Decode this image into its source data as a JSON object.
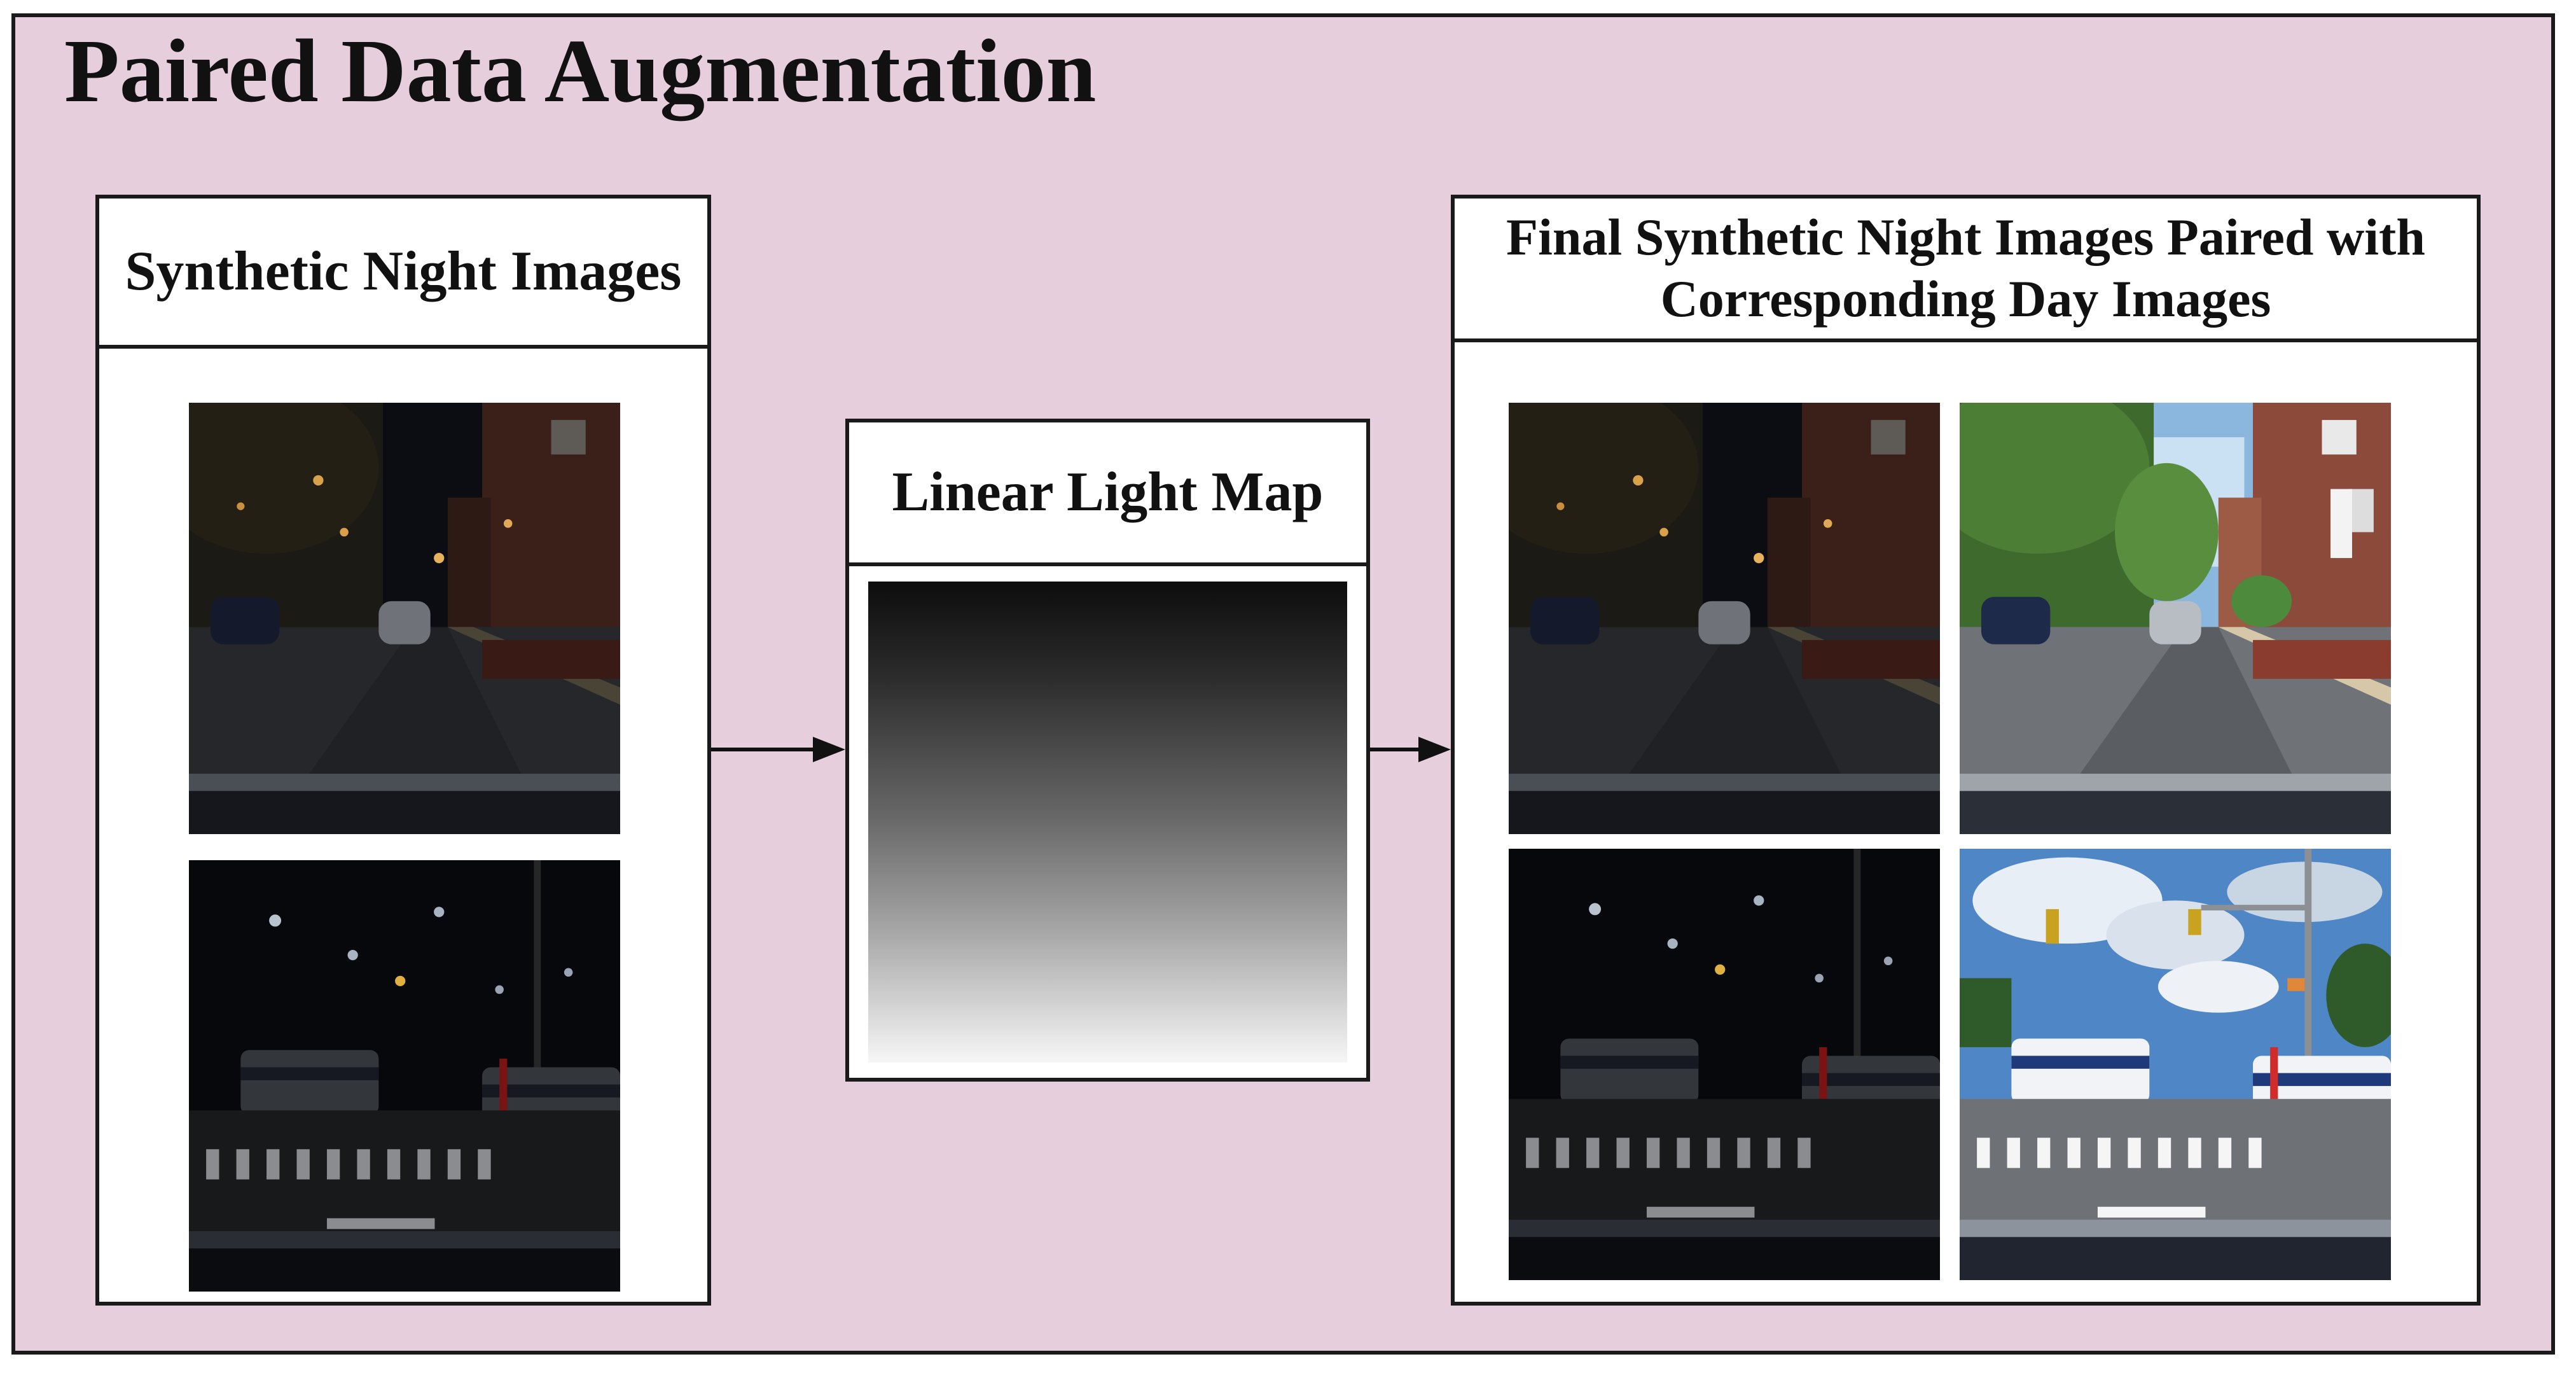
{
  "title": "Paired Data Augmentation",
  "panels": {
    "synthetic": {
      "title": "Synthetic Night Images"
    },
    "lightmap": {
      "title": "Linear Light Map"
    },
    "final": {
      "title_line1": "Final Synthetic Night Images Paired with",
      "title_line2": "Corresponding Day Images"
    }
  },
  "images": {
    "night_street": "night residential street scene (synthetic)",
    "night_intersection": "night intersection with bus (synthetic)",
    "day_street": "day residential street scene",
    "day_intersection": "day intersection with bus"
  },
  "colors": {
    "background": "#e7cedd",
    "panel": "#ffffff",
    "border": "#1a1a1a",
    "gradient_dark": "#0d0d0d",
    "gradient_light": "#f6f6f6"
  }
}
